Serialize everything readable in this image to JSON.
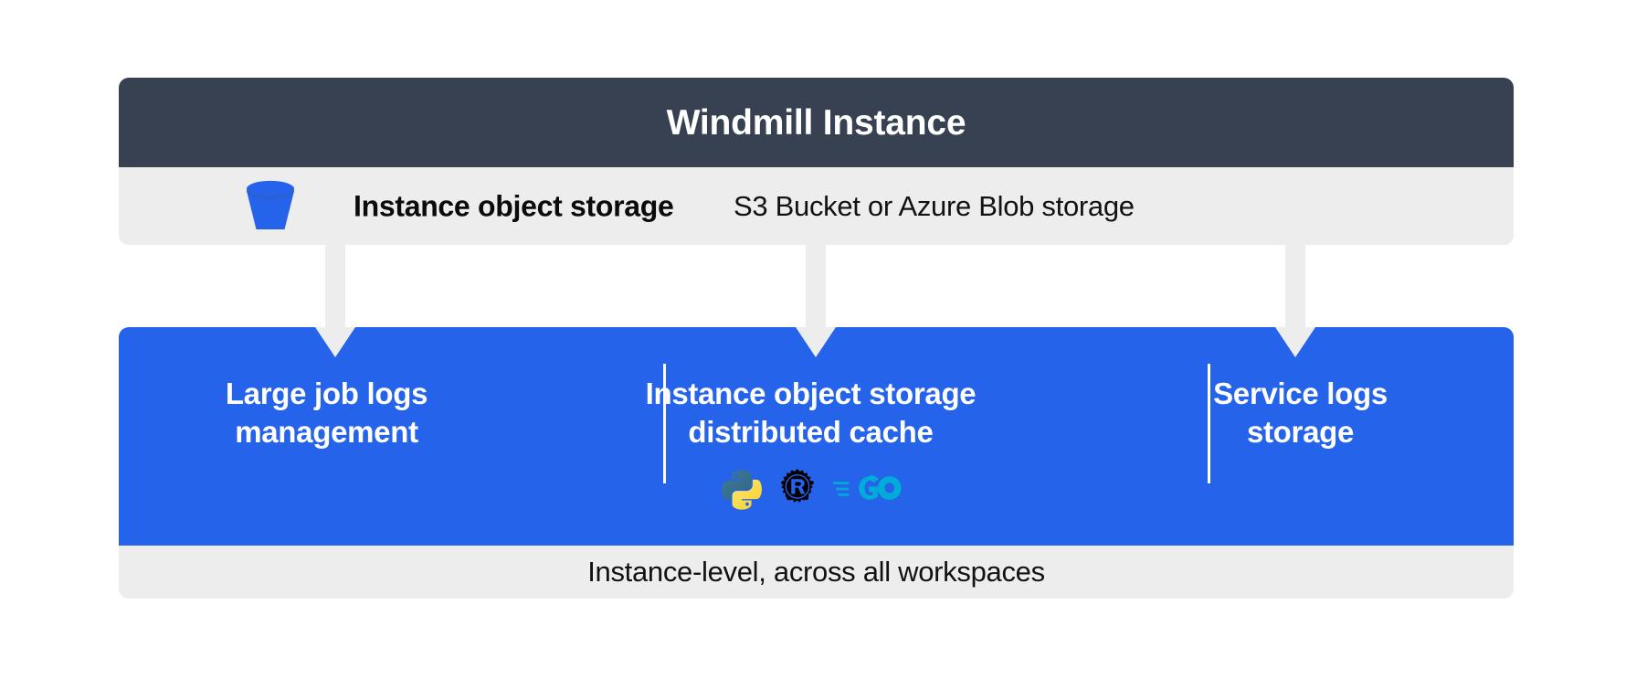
{
  "diagram": {
    "title": "Windmill Instance object storage architecture",
    "colors": {
      "header_bg": "#374151",
      "band_bg": "#ededed",
      "panel_bg": "#2563eb",
      "arrow": "#ededed",
      "text_light": "#ffffff",
      "text_dark": "#121214",
      "python_top": "#3a6d8f",
      "python_bottom": "#ffd845",
      "rust": "#000000",
      "go": "#00acd7",
      "bucket": "#2563eb",
      "bucket_rim": "#2f5fd0"
    }
  },
  "instance_card": {
    "header": {
      "title": "Windmill Instance"
    },
    "storage_row": {
      "icon": "bucket-icon",
      "label": "Instance object storage",
      "sublabel": "S3 Bucket or Azure Blob storage"
    }
  },
  "connectors": [
    {
      "name": "arrow-large-job-logs",
      "direction": "down"
    },
    {
      "name": "arrow-distributed-cache",
      "direction": "down"
    },
    {
      "name": "arrow-service-logs",
      "direction": "down"
    }
  ],
  "features_panel": {
    "columns": [
      {
        "title": "Large job logs\nmanagement",
        "icons": []
      },
      {
        "title": "Instance object storage\ndistributed cache",
        "icons": [
          "python-icon",
          "rust-icon",
          "go-icon"
        ]
      },
      {
        "title": "Service logs\nstorage",
        "icons": []
      }
    ],
    "footer": "Instance-level, across all workspaces"
  }
}
